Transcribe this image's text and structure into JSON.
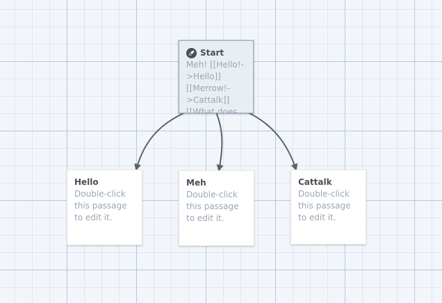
{
  "colors": {
    "link_arrow": "#5b6168",
    "start_passage_bg": "#e9eef4",
    "passage_bg": "#ffffff",
    "title_text": "#4a4f55",
    "excerpt_text": "#9ba5b0"
  },
  "passages": [
    {
      "id": "start",
      "title": "Start",
      "is_start": true,
      "icon": "rocket-icon",
      "excerpt": "Meh! [[Hello!->Hello]] [[Merrow!->Cattalk]] [[What does"
    },
    {
      "id": "hello",
      "title": "Hello",
      "is_start": false,
      "excerpt": "Double-click this passage to edit it."
    },
    {
      "id": "meh",
      "title": "Meh",
      "is_start": false,
      "excerpt": "Double-click this passage to edit it."
    },
    {
      "id": "cattalk",
      "title": "Cattalk",
      "is_start": false,
      "excerpt": "Double-click this passage to edit it."
    }
  ],
  "links": [
    {
      "from": "Start",
      "to": "Hello"
    },
    {
      "from": "Start",
      "to": "Meh"
    },
    {
      "from": "Start",
      "to": "Cattalk"
    }
  ]
}
